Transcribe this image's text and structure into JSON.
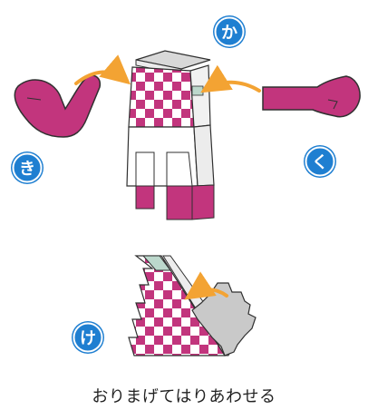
{
  "labels": {
    "ka": "か",
    "ki": "き",
    "ku": "く",
    "ke": "け"
  },
  "caption": "おりまげてはりあわせる",
  "colors": {
    "magenta": "#c2357d",
    "badge_blue": "#1f7fd1",
    "arrow_orange": "#f3a333",
    "outline": "#303030",
    "gray": "#c9c9c9",
    "light_gray": "#e8e8e8",
    "mint": "#bcd8cc"
  }
}
